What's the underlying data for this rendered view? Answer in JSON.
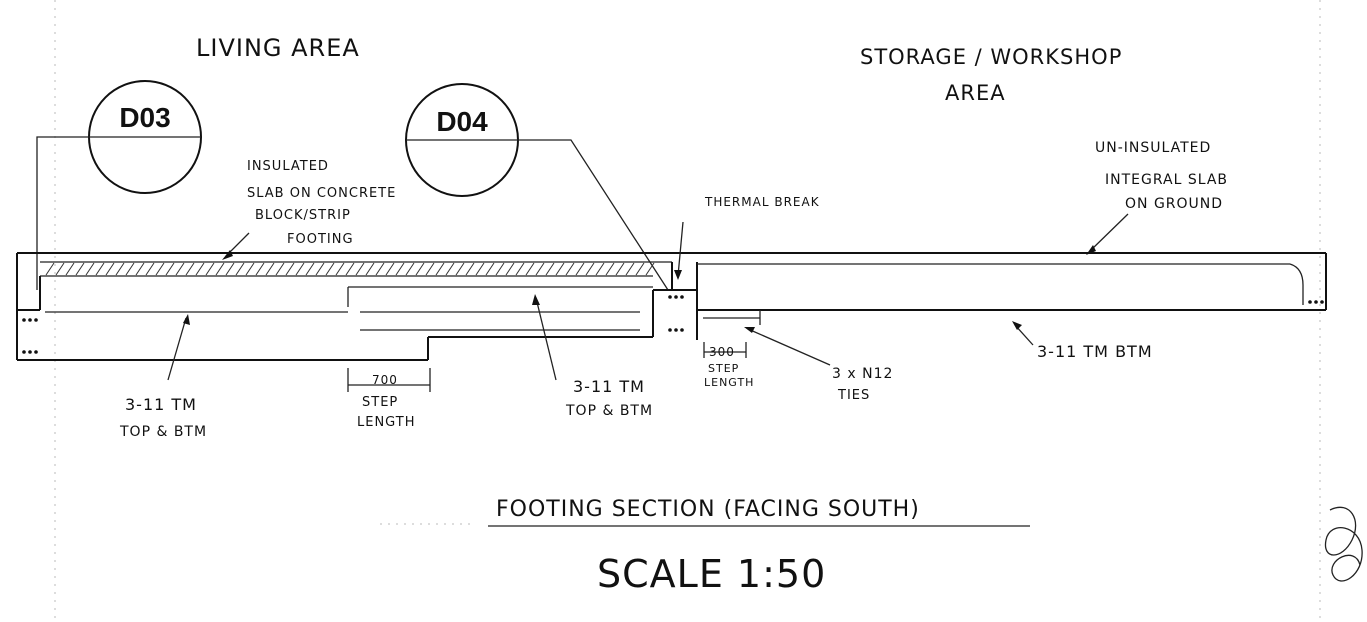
{
  "labels": {
    "living_area": "LIVING AREA",
    "storage_line1": "STORAGE / WORKSHOP",
    "storage_line2": "AREA",
    "insulated_1": "INSULATED",
    "insulated_2": "SLAB ON CONCRETE",
    "insulated_3": "BLOCK/STRIP",
    "insulated_4": "FOOTING",
    "thermal_break": "THERMAL BREAK",
    "uninsulated_1": "UN-INSULATED",
    "uninsulated_2": "INTEGRAL SLAB",
    "uninsulated_3": "ON GROUND",
    "rebar_left_1": "3-11 TM",
    "rebar_left_2": "TOP & BTM",
    "step_left_value": "700",
    "step_left_1": "STEP",
    "step_left_2": "LENGTH",
    "rebar_mid_1": "3-11 TM",
    "rebar_mid_2": "TOP & BTM",
    "step_right_value": "300",
    "step_right_1": "STEP",
    "step_right_2": "LENGTH",
    "ties_1": "3 x N12",
    "ties_2": "TIES",
    "rebar_right": "3-11 TM BTM",
    "title": "FOOTING SECTION (FACING SOUTH)",
    "scale": "SCALE 1:50"
  },
  "detail_refs": [
    {
      "id": "d03",
      "label": "D03"
    },
    {
      "id": "d04",
      "label": "D04"
    }
  ]
}
